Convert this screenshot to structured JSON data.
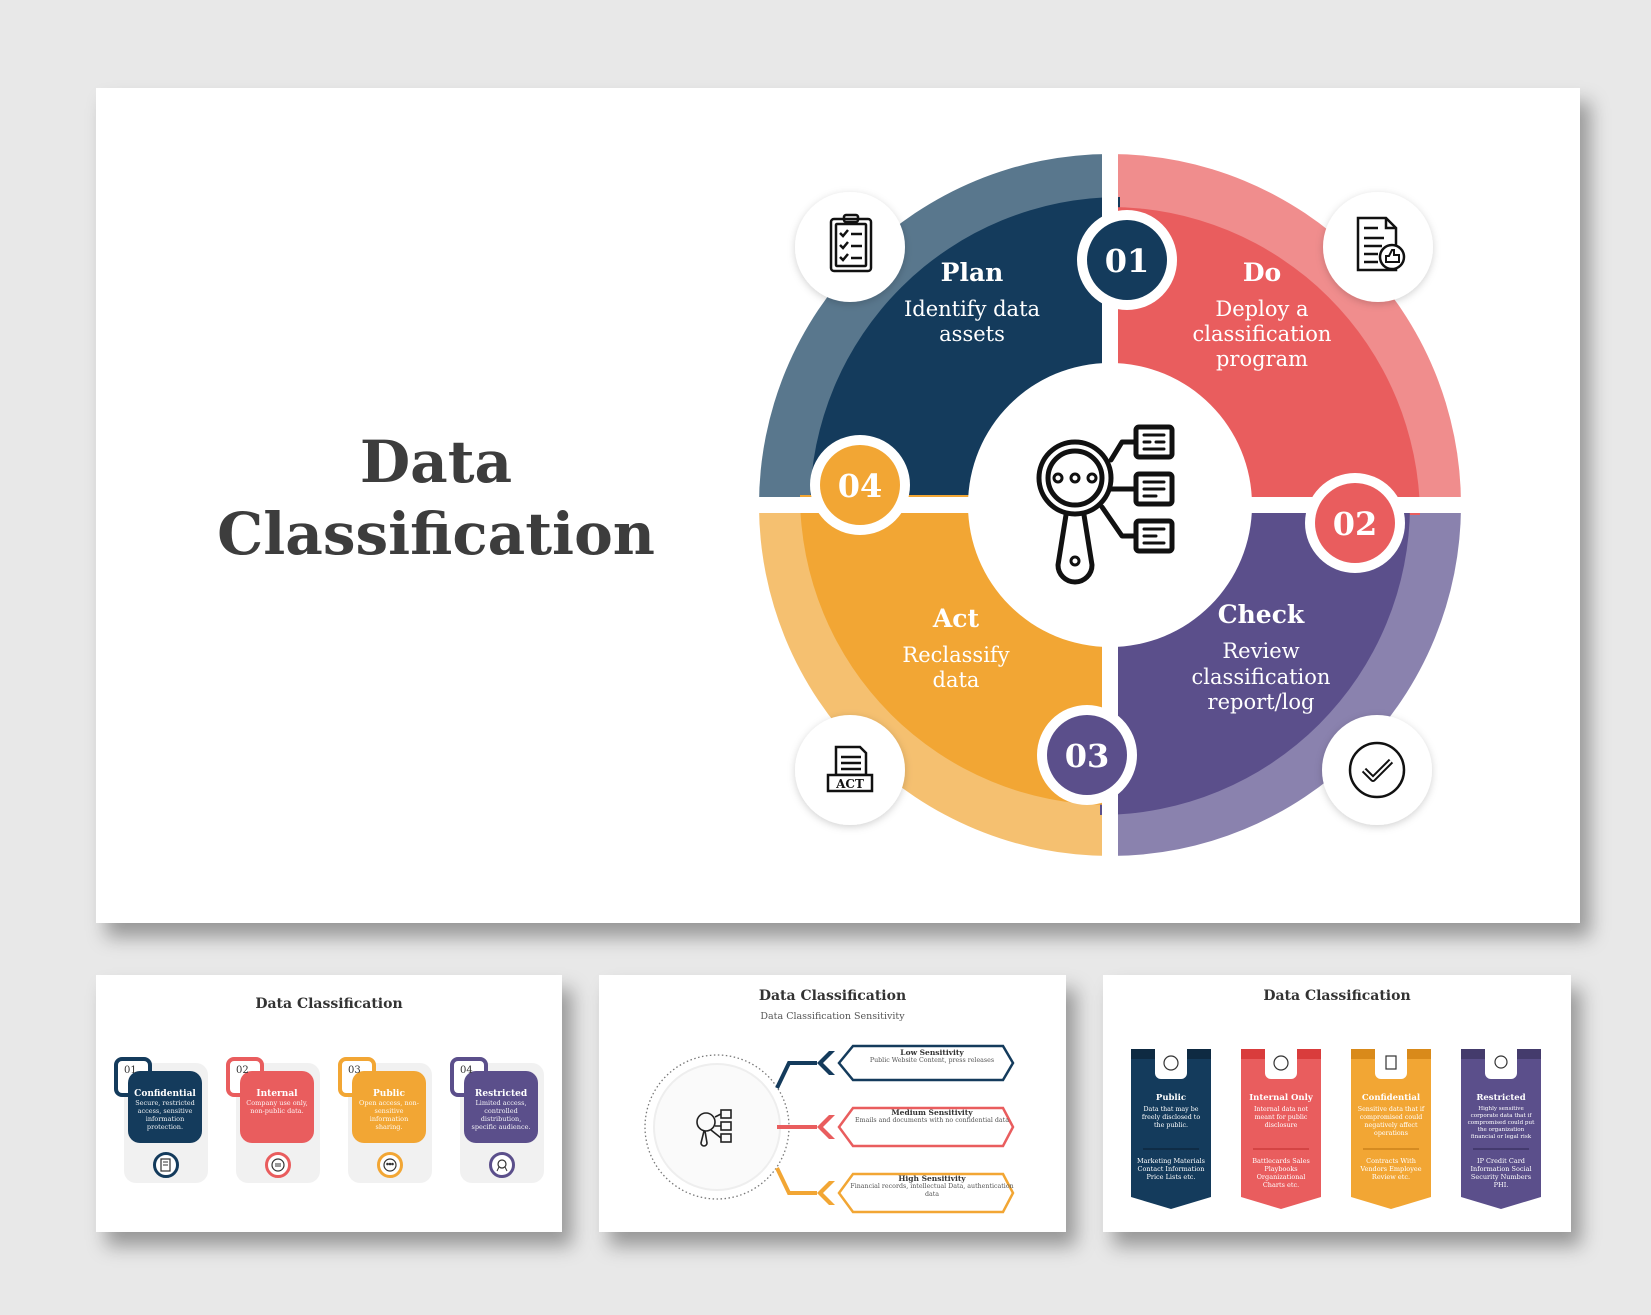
{
  "main_slide": {
    "title_line1": "Data",
    "title_line2": "Classification",
    "center_icon": "magnifier-documents-icon",
    "steps": [
      {
        "number": "01",
        "title": "Plan",
        "desc_lines": [
          "Identify data",
          "assets"
        ],
        "icon": "clipboard-checklist-icon",
        "color": "#143b5c",
        "outer_color": "#59778d"
      },
      {
        "number": "02",
        "title": "Do",
        "desc_lines": [
          "Deploy a",
          "classification",
          "program"
        ],
        "icon": "document-thumbs-up-icon",
        "color": "#e95d5e",
        "outer_color": "#f08d8d"
      },
      {
        "number": "03",
        "title": "Check",
        "desc_lines": [
          "Review",
          "classification",
          "report/log"
        ],
        "icon": "check-circle-icon",
        "color": "#5b4f8b",
        "outer_color": "#8a82ae"
      },
      {
        "number": "04",
        "title": "Act",
        "desc_lines": [
          "Reclassify",
          "data"
        ],
        "icon": "act-document-icon",
        "color": "#f2a634",
        "outer_color": "#f5c070"
      }
    ],
    "act_icon_label": "ACT"
  },
  "thumb1": {
    "title": "Data Classification",
    "cards": [
      {
        "number": "01",
        "title": "Confidential",
        "desc": "Secure, restricted access, sensitive information protection.",
        "color": "#143b5c",
        "icon": "document-lock-icon"
      },
      {
        "number": "02",
        "title": "Internal",
        "desc": "Company use only, non-public data.",
        "color": "#e95d5e",
        "icon": "exchange-icon"
      },
      {
        "number": "03",
        "title": "Public",
        "desc": "Open access, non-sensitive information sharing.",
        "color": "#f2a634",
        "icon": "group-icon"
      },
      {
        "number": "04",
        "title": "Restricted",
        "desc": "Limited access, controlled distribution, specific audience.",
        "color": "#5b4f8b",
        "icon": "badge-icon"
      }
    ]
  },
  "thumb2": {
    "title": "Data Classification",
    "subtitle": "Data Classification Sensitivity",
    "levels": [
      {
        "title": "Low Sensitivity",
        "desc": "Public Website Content, press releases",
        "color": "#143b5c"
      },
      {
        "title": "Medium Sensitivity",
        "desc": "Emails and documents with no confidential data",
        "color": "#e95d5e"
      },
      {
        "title": "High Sensitivity",
        "desc": "Financial records, intellectual Data, authentication data",
        "color": "#f2a634"
      }
    ]
  },
  "thumb3": {
    "title": "Data Classification",
    "banners": [
      {
        "title": "Public",
        "desc": "Data that may be freely disclosed to the public.",
        "examples": "Marketing Materials Contact Information Price Lists etc.",
        "color": "#143b5c",
        "dark": "#0e2a42",
        "icon": "group-icon"
      },
      {
        "title": "Internal Only",
        "desc": "Internal data not meant for public disclosure",
        "examples": "Battlecards Sales Playbooks Organizational Charts etc.",
        "color": "#e95d5e",
        "dark": "#d93c3c",
        "icon": "exchange-icon"
      },
      {
        "title": "Confidential",
        "desc": "Sensitive data that if compromised could negatively affect operations",
        "examples": "Contracts With Vendors Employee Review etc.",
        "color": "#f2a634",
        "dark": "#d98a1a",
        "icon": "document-lock-icon"
      },
      {
        "title": "Restricted",
        "desc": "Highly sensitive corporate data that if compromised could put the organization financial or legal risk",
        "examples": "IP Credit Card Information Social Security Numbers PHI.",
        "color": "#5b4f8b",
        "dark": "#443b6c",
        "icon": "badge-icon"
      }
    ]
  }
}
